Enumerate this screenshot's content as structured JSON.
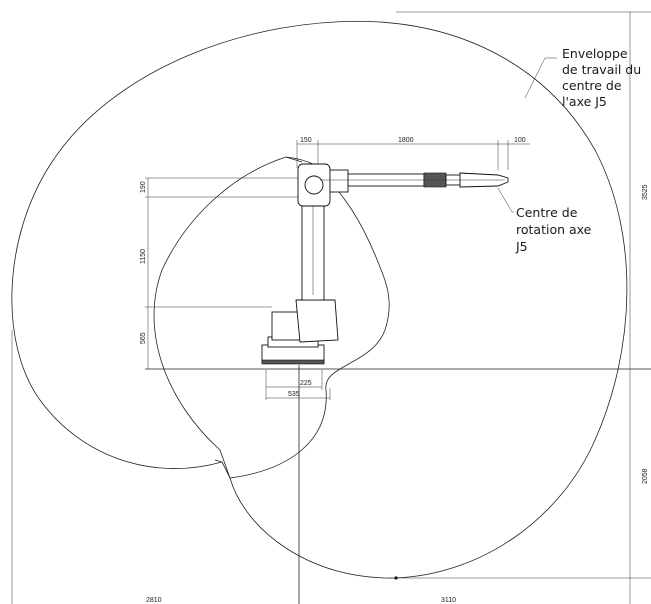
{
  "labels": {
    "envelope": [
      "Enveloppe",
      "de travail du",
      "centre de",
      "l'axe J5"
    ],
    "rotation": [
      "Centre de",
      "rotation axe",
      "J5"
    ]
  },
  "dimensions": {
    "top_150": "150",
    "top_1800": "1800",
    "top_100": "100",
    "left_190": "190",
    "left_1150": "1150",
    "left_565": "565",
    "base_225": "225",
    "base_535": "535",
    "right_3525": "3525",
    "right_2058": "2058",
    "bottom_2810": "2810",
    "bottom_3110": "3110"
  }
}
